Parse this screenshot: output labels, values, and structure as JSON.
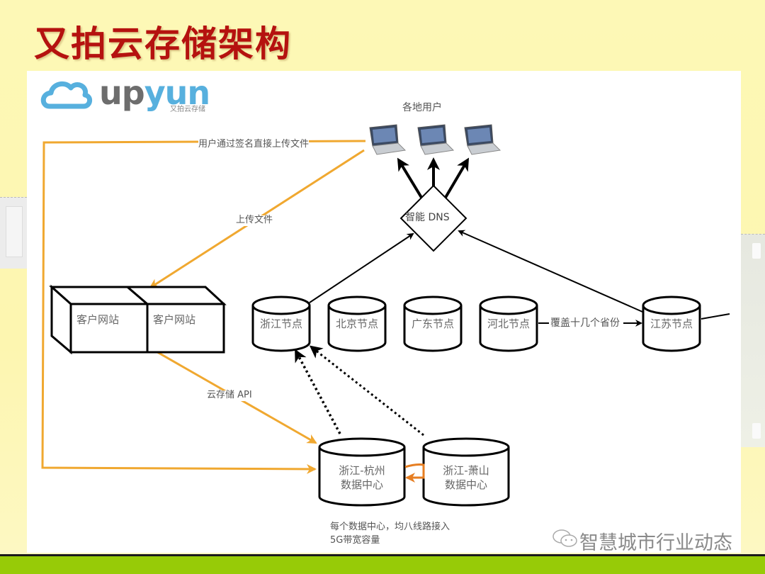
{
  "slide": {
    "title": "又拍云存储架构",
    "accent_color": "#b5120f",
    "bottom_bar_color": "#97cb07"
  },
  "logo": {
    "part1": "up",
    "part2": "yun",
    "subtitle": "又拍云存储",
    "icon": "cloud-icon"
  },
  "diagram": {
    "users_label": "各地用户",
    "users": [
      {
        "icon": "laptop-icon"
      },
      {
        "icon": "laptop-icon"
      },
      {
        "icon": "laptop-icon"
      }
    ],
    "dns_label": "智能 DNS",
    "edges": {
      "direct_upload": "用户通过签名直接上传文件",
      "upload_file": "上传文件",
      "cloud_api": "云存储 API",
      "coverage": "覆盖十几个省份"
    },
    "websites": [
      "客户网站",
      "客户网站"
    ],
    "nodes": [
      "浙江节点",
      "北京节点",
      "广东节点",
      "河北节点",
      "江苏节点"
    ],
    "datacenters": [
      {
        "line1": "浙江-杭州",
        "line2": "数据中心"
      },
      {
        "line1": "浙江-萧山",
        "line2": "数据中心"
      }
    ],
    "note_line1": "每个数据中心，均八线路接入",
    "note_line2": "5G带宽容量",
    "orange_color": "#f0a830",
    "link_color": "#e67e22"
  },
  "watermark": {
    "text": "智慧城市行业动态",
    "icon": "wechat-icon"
  }
}
